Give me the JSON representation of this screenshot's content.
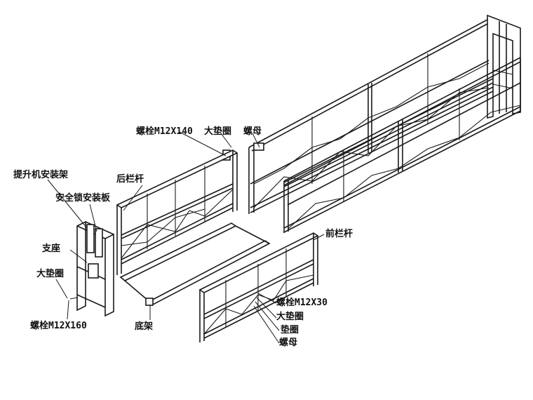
{
  "labels": {
    "hoist_mount": "提升机安装架",
    "safety_lock_plate": "安全锁安装板",
    "support_base": "支座",
    "big_washer_left": "大垫圈",
    "bolt_m12x160": "螺栓M12X160",
    "rear_rail": "后栏杆",
    "bolt_m12x140": "螺栓M12X140",
    "big_washer_top": "大垫圈",
    "nut_top": "螺母",
    "bottom_frame": "底架",
    "front_rail": "前栏杆",
    "bolt_m12x30": "螺栓M12X30",
    "big_washer_right": "大垫圈",
    "washer": "垫圈",
    "nut_right": "螺母"
  }
}
